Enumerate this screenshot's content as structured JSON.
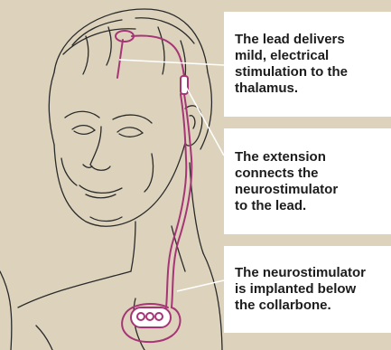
{
  "callouts": [
    {
      "text": "The lead delivers\nmild, electrical\nstimulation to the\nthalamus."
    },
    {
      "text": "The extension\nconnects the\nneurostimulator\nto the lead."
    },
    {
      "text": "The neurostimulator\nis implanted below\nthe collarbone."
    }
  ],
  "colors": {
    "background": "#ddd3bd",
    "device": "#a63576",
    "line_art": "#2a2a2a",
    "pointer_line": "#a63576"
  }
}
